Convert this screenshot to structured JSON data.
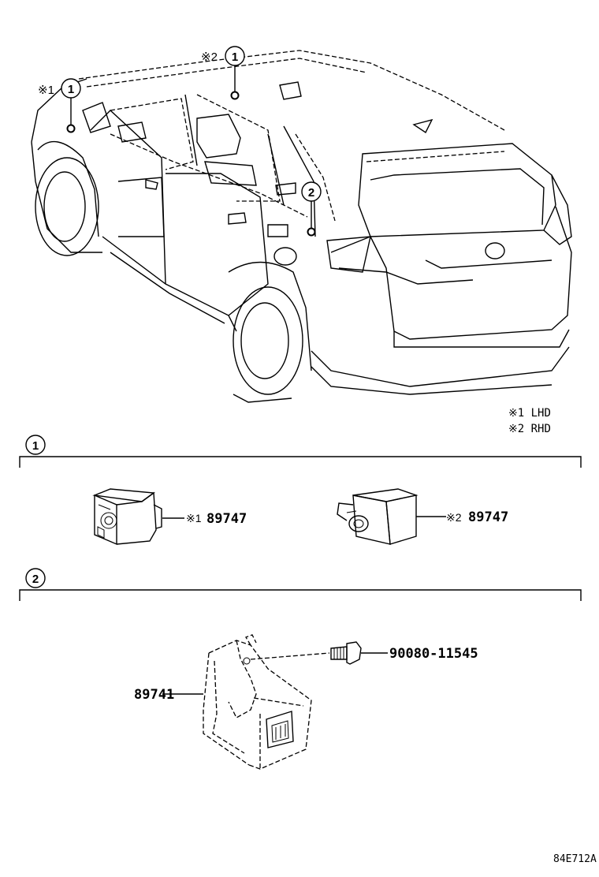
{
  "callouts": {
    "one": "1",
    "two": "2"
  },
  "notes": {
    "mark1": "※1",
    "mark2": "※2",
    "lhd": "※1 LHD",
    "rhd": "※2 RHD"
  },
  "sections": [
    {
      "number": "1"
    },
    {
      "number": "2"
    }
  ],
  "parts": {
    "sensor_lhd": {
      "mark": "※1",
      "number": "89747"
    },
    "sensor_rhd": {
      "mark": "※2",
      "number": "89747"
    },
    "bracket_ecu": {
      "number": "89741"
    },
    "bolt": {
      "number": "90080-11545"
    }
  },
  "reference_code": "84E712A"
}
